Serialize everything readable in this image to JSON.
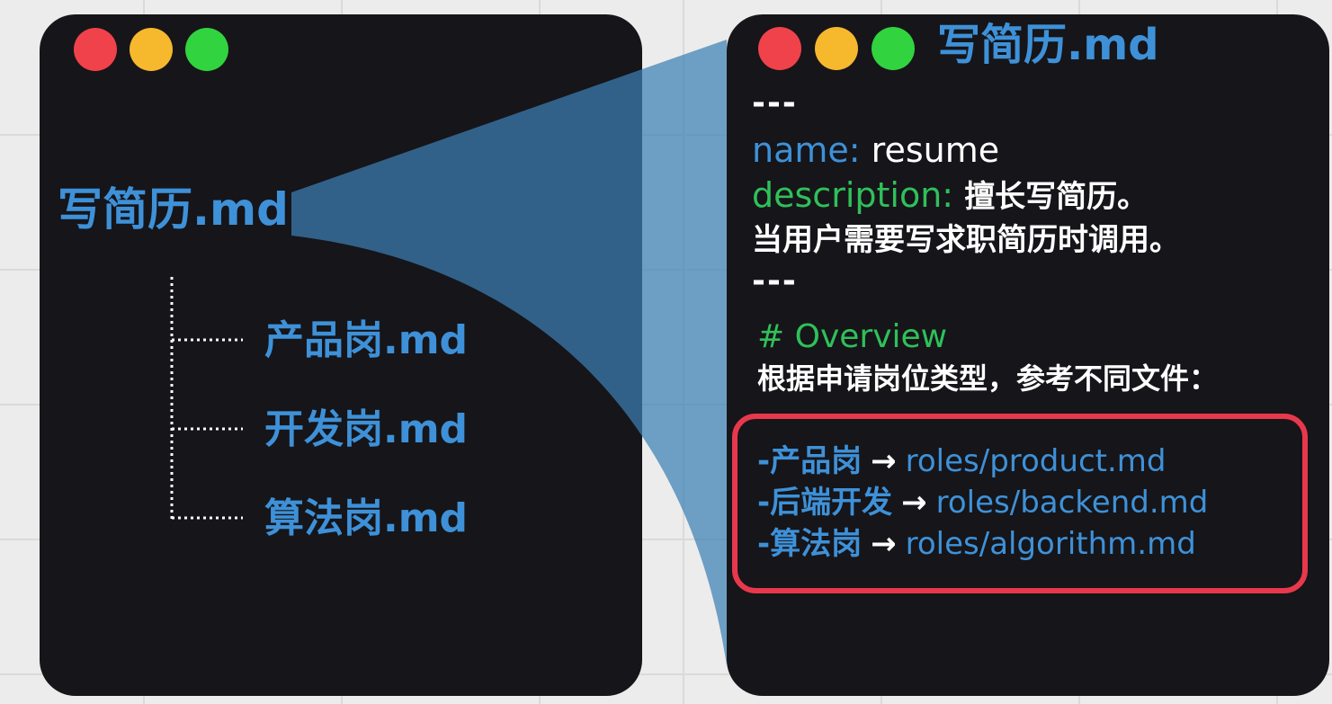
{
  "colors": {
    "background": "#ececec",
    "window": "#161519",
    "dot_red": "#f0424b",
    "dot_yellow": "#f6b82d",
    "dot_green": "#31d33f",
    "accent_blue": "#3e91d8",
    "accent_green": "#2fc05a",
    "highlight_red": "#e8384c",
    "connector_fill": "#3c7fb4"
  },
  "left_window": {
    "root_file": "写简历.md",
    "children": [
      {
        "label": "产品岗.md"
      },
      {
        "label": "开发岗.md"
      },
      {
        "label": "算法岗.md"
      }
    ]
  },
  "right_window": {
    "title": "写简历.md",
    "frontmatter_open": "---",
    "name_key": "name:",
    "name_value": "resume",
    "description_key": "description:",
    "description_value": "擅长写简历。",
    "description_cont": "当用户需要写求职简历时调用。",
    "frontmatter_close": "---",
    "overview_heading": "# Overview",
    "overview_text": "根据申请岗位类型，参考不同文件：",
    "roles": [
      {
        "prefix": "-",
        "name": "产品岗",
        "arrow": "→",
        "path": "roles/product.md"
      },
      {
        "prefix": "-",
        "name": "后端开发",
        "arrow": "→",
        "path": "roles/backend.md"
      },
      {
        "prefix": "-",
        "name": "算法岗",
        "arrow": "→",
        "path": "roles/algorithm.md"
      }
    ]
  }
}
